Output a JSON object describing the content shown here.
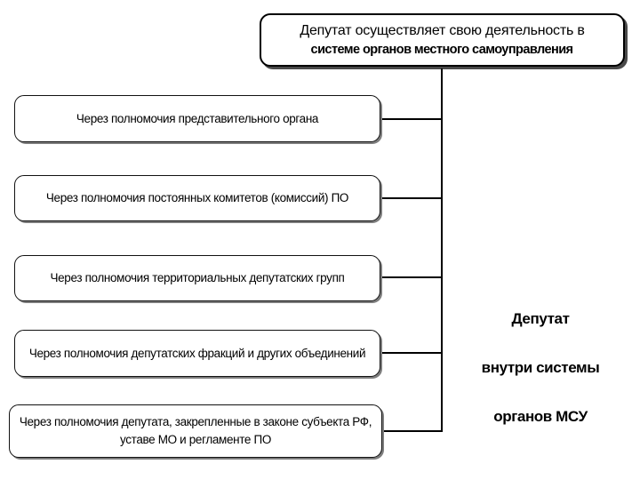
{
  "diagram": {
    "background_color": "#ffffff",
    "line_color": "#000000",
    "box_border_color": "#000000",
    "shadow_color": "#4a4a4a",
    "title": {
      "line1": "Депутат осуществляет свою деятельность в",
      "line2": "системе органов местного самоуправления"
    },
    "branches": [
      {
        "label": "Через полномочия представительного органа"
      },
      {
        "label": "Через полномочия постоянных комитетов (комиссий) ПО"
      },
      {
        "label": "Через полномочия территориальных депутатских групп"
      },
      {
        "label": "Через полномочия депутатских фракций и других объединений"
      },
      {
        "label": "Через полномочия депутата, закрепленные в законе субъекта РФ, уставе МО и регламенте ПО"
      }
    ],
    "side_note": {
      "line1": "Депутат",
      "line2": "внутри системы",
      "line3": "органов МСУ"
    }
  }
}
